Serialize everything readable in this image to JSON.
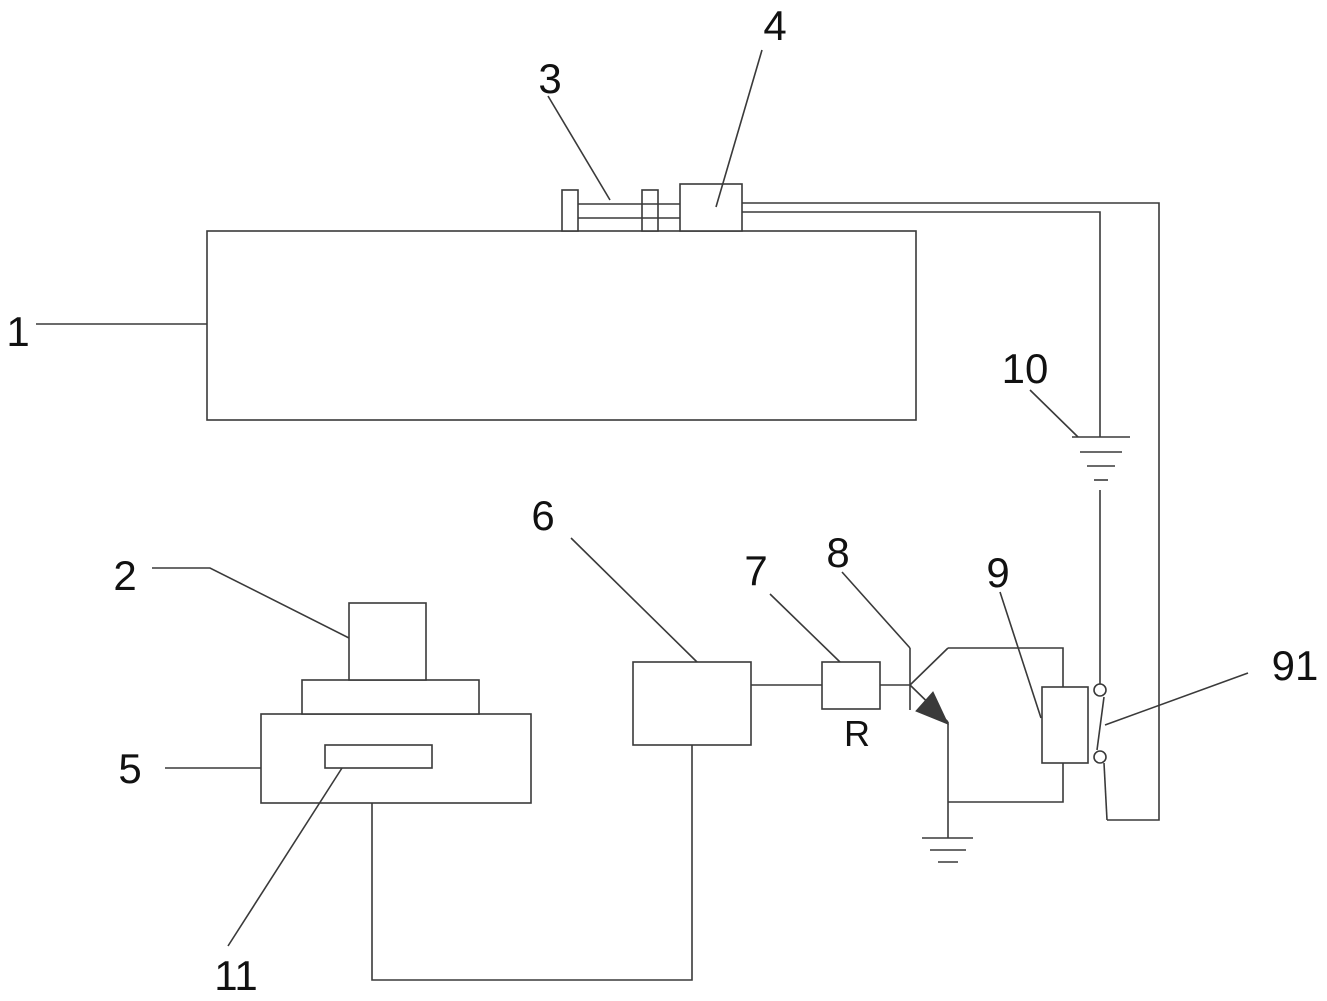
{
  "labels": {
    "l1": "1",
    "l2": "2",
    "l3": "3",
    "l4": "4",
    "l5": "5",
    "l6": "6",
    "l7": "7",
    "l8": "8",
    "l9": "9",
    "l10": "10",
    "l11": "11",
    "l91": "91",
    "resistor": "R"
  }
}
